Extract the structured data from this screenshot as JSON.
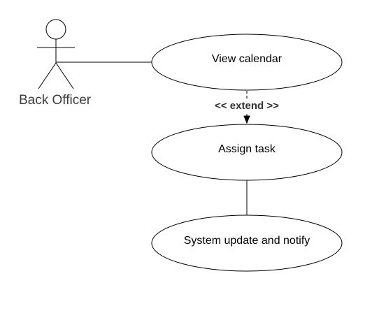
{
  "actor": {
    "name": "Back Officer"
  },
  "use_cases": {
    "view_calendar": "View calendar",
    "assign_task": "Assign task",
    "system_update": "System update and notify"
  },
  "relations": {
    "extend_label": "<< extend >>"
  },
  "colors": {
    "stroke": "#000000",
    "actor_text": "#3c3c3c",
    "extend_text": "#333333",
    "background": "#ffffff"
  }
}
